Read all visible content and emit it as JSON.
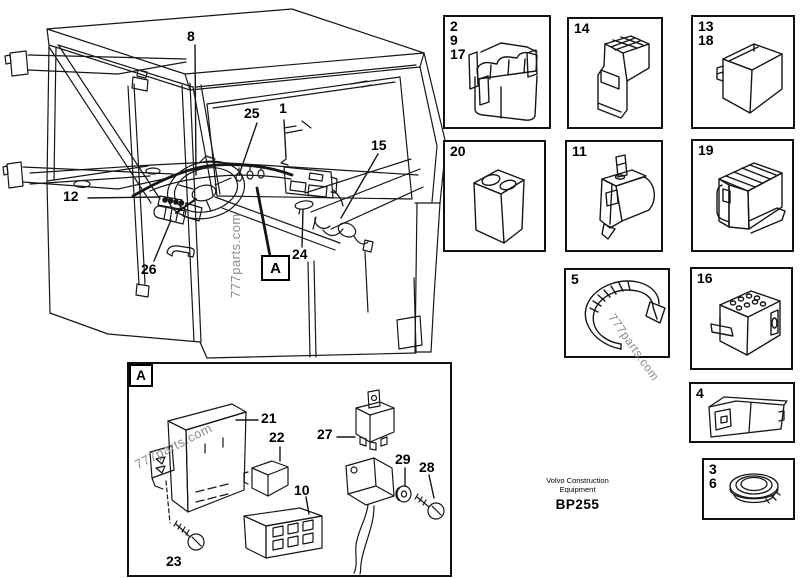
{
  "watermark": {
    "text": "777parts.com",
    "color": "#8c8c8c"
  },
  "cab": {
    "callouts": {
      "c8": "8",
      "c25": "25",
      "c1": "1",
      "c15": "15",
      "c12": "12",
      "c26": "26",
      "c24": "24"
    },
    "detail_marker": "A"
  },
  "detail_box": {
    "marker": "A",
    "callouts": {
      "c21": "21",
      "c22": "22",
      "c27": "27",
      "c10": "10",
      "c23": "23",
      "c29": "29",
      "c28": "28"
    }
  },
  "parts_boxes": [
    {
      "name": "relay-socket",
      "labels": [
        "2",
        "9",
        "17"
      ]
    },
    {
      "name": "connector-block",
      "labels": [
        "14"
      ]
    },
    {
      "name": "relay-cube",
      "labels": [
        "13",
        "18"
      ]
    },
    {
      "name": "junction-box",
      "labels": [
        "20"
      ]
    },
    {
      "name": "relay-with-bracket",
      "labels": [
        "11"
      ]
    },
    {
      "name": "relay-ribbed",
      "labels": [
        "19"
      ]
    },
    {
      "name": "cable-tie",
      "labels": [
        "5"
      ]
    },
    {
      "name": "relay-socket-pins",
      "labels": [
        "16"
      ]
    },
    {
      "name": "connector-housing",
      "labels": [
        "4"
      ]
    },
    {
      "name": "grommet",
      "labels": [
        "3",
        "6"
      ]
    }
  ],
  "footer": {
    "brand_line1": "Volvo Construction",
    "brand_line2": "Equipment",
    "code": "BP255"
  }
}
